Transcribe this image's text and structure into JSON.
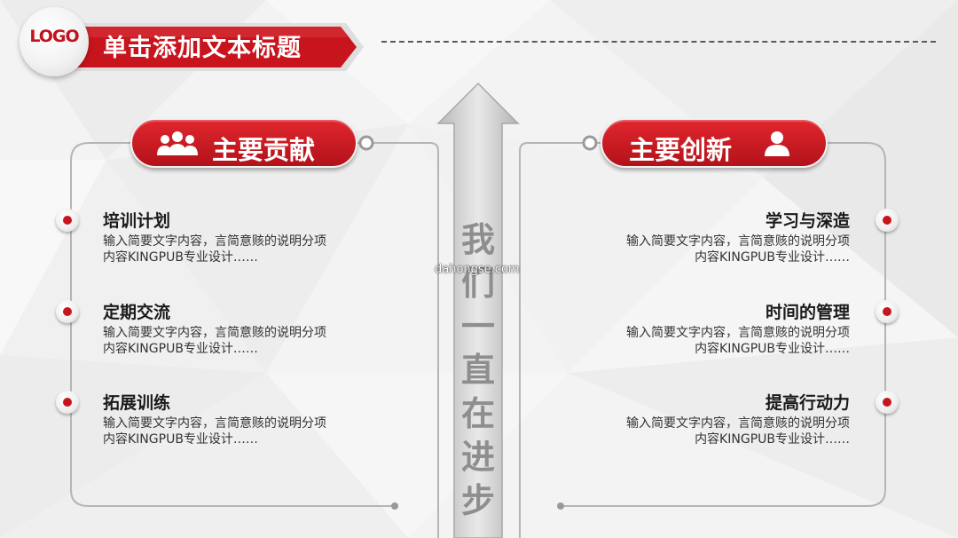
{
  "header": {
    "logo": "LOGO",
    "title": "单击添加文本标题"
  },
  "arrow": {
    "chars": [
      "我",
      "们",
      "一",
      "直",
      "在",
      "进",
      "步"
    ]
  },
  "watermark": "dahongse.com",
  "left_panel": {
    "heading": "主要贡献",
    "icon": "group-icon",
    "items": [
      {
        "title": "培训计划",
        "desc_line1": "输入简要文字内容，言简意赅的说明分项",
        "desc_line2": "内容KINGPUB专业设计……"
      },
      {
        "title": "定期交流",
        "desc_line1": "输入简要文字内容，言简意赅的说明分项",
        "desc_line2": "内容KINGPUB专业设计……"
      },
      {
        "title": "拓展训练",
        "desc_line1": "输入简要文字内容，言简意赅的说明分项",
        "desc_line2": "内容KINGPUB专业设计……"
      }
    ]
  },
  "right_panel": {
    "heading": "主要创新",
    "icon": "person-icon",
    "items": [
      {
        "title": "学习与深造",
        "desc_line1": "输入简要文字内容，言简意赅的说明分项",
        "desc_line2": "内容KINGPUB专业设计……"
      },
      {
        "title": "时间的管理",
        "desc_line1": "输入简要文字内容，言简意赅的说明分项",
        "desc_line2": "内容KINGPUB专业设计……"
      },
      {
        "title": "提高行动力",
        "desc_line1": "输入简要文字内容，言简意赅的说明分项",
        "desc_line2": "内容KINGPUB专业设计……"
      }
    ]
  },
  "colors": {
    "accent": "#c8141d",
    "text": "#1a1a1a",
    "arrow": "#8e8e8e"
  }
}
